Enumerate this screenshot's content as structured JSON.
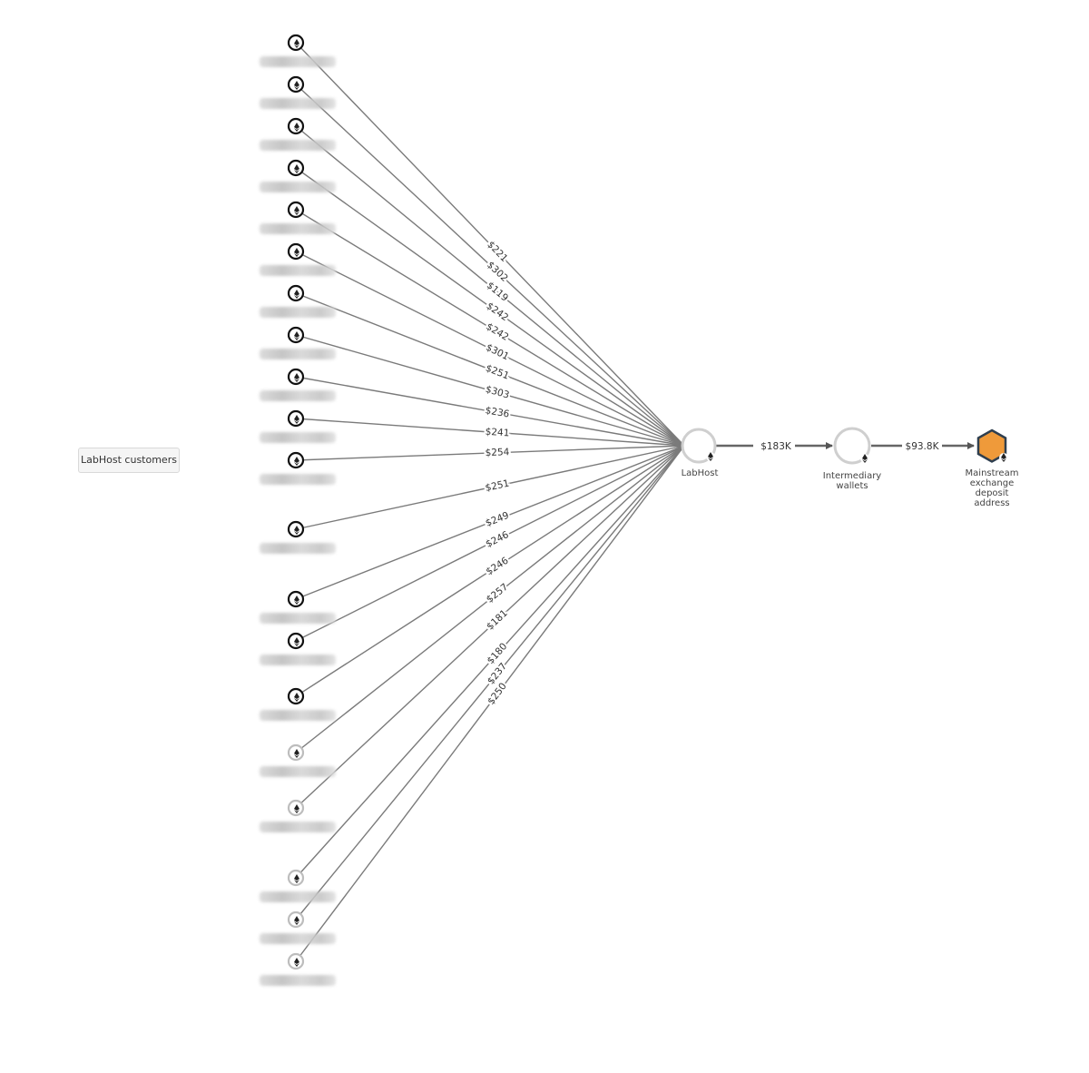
{
  "group_label": "LabHost customers",
  "customer_edge_amounts": [
    "$221",
    "$302",
    "$119",
    "$242",
    "$242",
    "$301",
    "$251",
    "$303",
    "$236",
    "$241",
    "$254",
    "$251",
    "$249",
    "$246",
    "$246",
    "$257",
    "$181",
    "$180",
    "$237",
    "$250"
  ],
  "flow": [
    {
      "from": "LabHost",
      "to": "Intermediary wallets",
      "amount": "$183K"
    },
    {
      "from": "Intermediary wallets",
      "to": "Mainstream exchange deposit address",
      "amount": "$93.8K"
    }
  ],
  "nodes": {
    "labhost": {
      "label_lines": [
        "LabHost"
      ]
    },
    "intermediary": {
      "label_lines": [
        "Intermediary",
        "wallets"
      ]
    },
    "exchange": {
      "label_lines": [
        "Mainstream",
        "exchange",
        "deposit",
        "address"
      ]
    }
  },
  "colors": {
    "edge": "#7a7a7a",
    "node_ring": "#cccccc",
    "exchange_fill": "#ef9a3a",
    "exchange_stroke": "#2f3f4f",
    "customer_icon": "#111111"
  },
  "icons": {
    "customer": "ethereum-wallet-icon",
    "exchange": "hexagon-exchange-icon"
  }
}
